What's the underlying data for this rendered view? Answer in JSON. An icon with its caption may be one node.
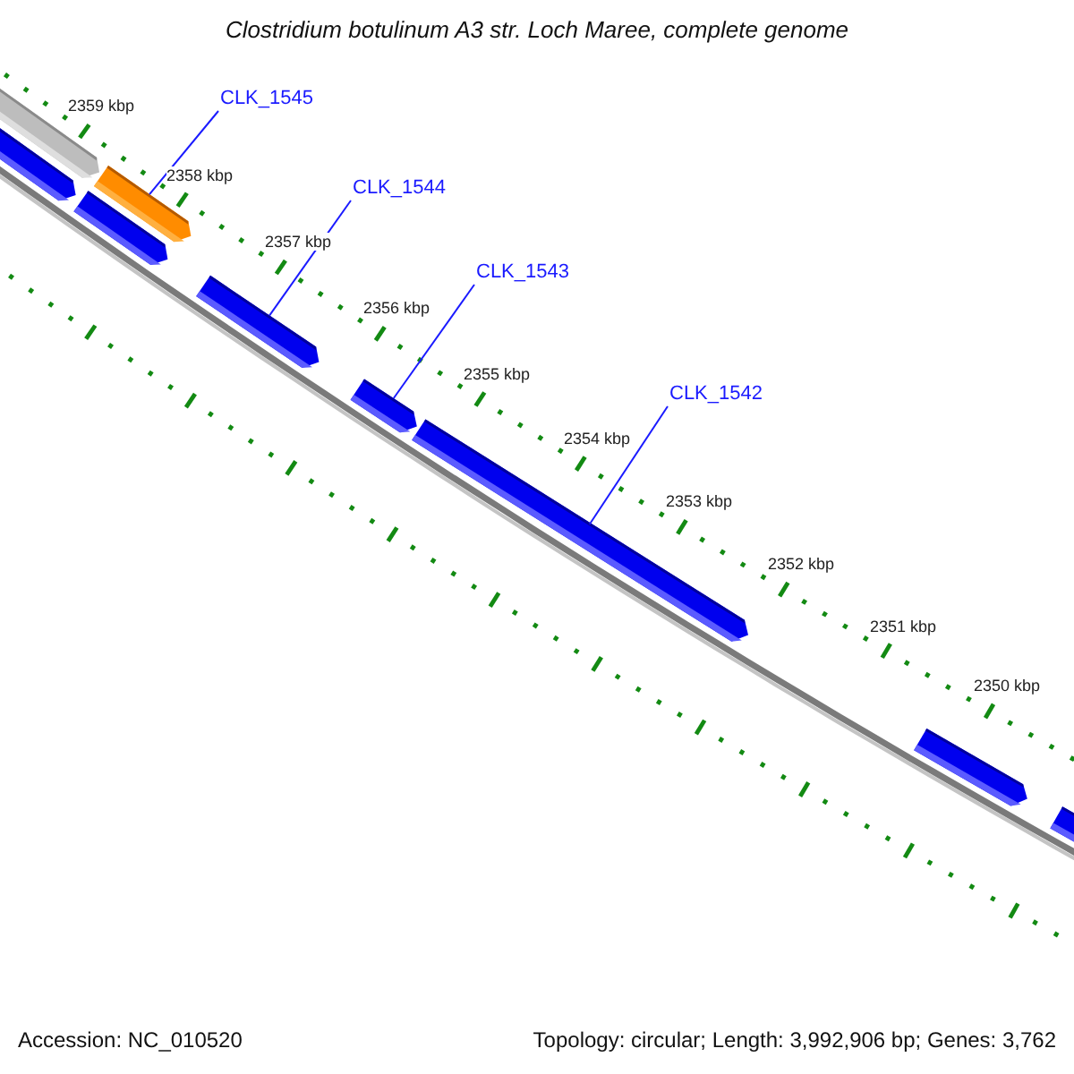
{
  "diagram": {
    "title": "Clostridium botulinum A3 str. Loch Maree, complete genome",
    "nodes": [
      {
        "text": [
          "CLK_1545"
        ]
      },
      {
        "text": [],
        "shape": "bar"
      },
      {
        "text": [
          "CLK_1544"
        ]
      },
      {
        "text": [],
        "shape": "bar"
      },
      {
        "text": [
          "CLK_1543"
        ]
      },
      {
        "text": [],
        "shape": "bar"
      },
      {
        "text": [
          "CLK_1542"
        ]
      },
      {
        "text": [],
        "shape": "bar"
      }
    ],
    "edges": [
      {
        "from": 0,
        "to": 1,
        "arrow": "none"
      },
      {
        "from": 2,
        "to": 3,
        "arrow": "none"
      },
      {
        "from": 4,
        "to": 5,
        "arrow": "none"
      },
      {
        "from": 6,
        "to": 7,
        "arrow": "none"
      }
    ],
    "labels": [
      "2359 kbp",
      "2358 kbp",
      "2357 kbp",
      "2356 kbp",
      "2355 kbp",
      "2354 kbp",
      "2353 kbp",
      "2352 kbp",
      "2351 kbp",
      "2350 kbp",
      "Accession: NC_010520",
      "Topology: circular; Length: 3,992,906 bp; Genes: 3,762"
    ]
  }
}
